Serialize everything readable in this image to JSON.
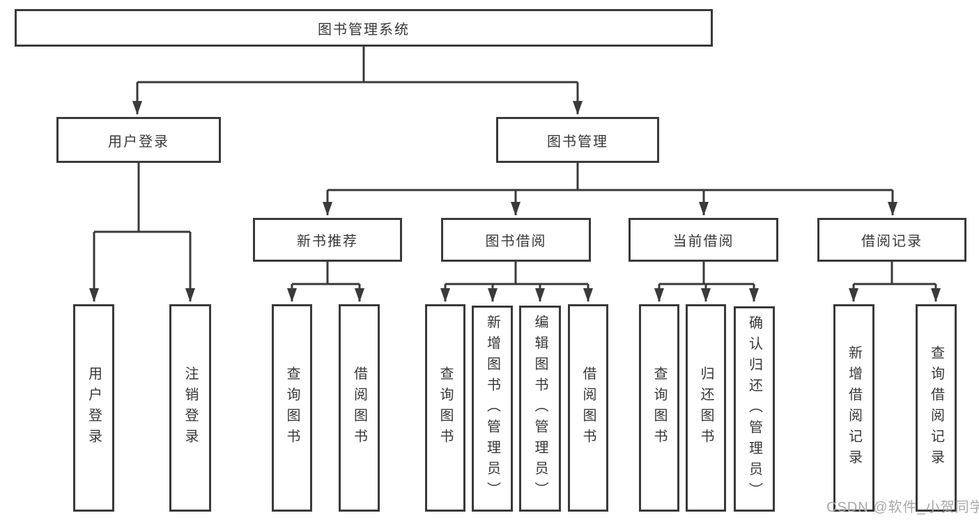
{
  "tree": {
    "label": "图书管理系统",
    "children": [
      {
        "label": "用户登录",
        "children": [
          {
            "label": "用户登录"
          },
          {
            "label": "注销登录"
          }
        ]
      },
      {
        "label": "图书管理",
        "children": [
          {
            "label": "新书推荐",
            "children": [
              {
                "label": "查询图书"
              },
              {
                "label": "借阅图书"
              }
            ]
          },
          {
            "label": "图书借阅",
            "children": [
              {
                "label": "查询图书"
              },
              {
                "label": "新增图书（管理员）"
              },
              {
                "label": "编辑图书（管理员）"
              },
              {
                "label": "借阅图书"
              }
            ]
          },
          {
            "label": "当前借阅",
            "children": [
              {
                "label": "查询图书"
              },
              {
                "label": "归还图书"
              },
              {
                "label": "确认归还（管理员）"
              }
            ]
          },
          {
            "label": "借阅记录",
            "children": [
              {
                "label": "新增借阅记录"
              },
              {
                "label": "查询借阅记录"
              }
            ]
          }
        ]
      }
    ]
  },
  "watermark": "CSDN @软件_小贺同学",
  "colors": {
    "line": "#3a3a3a",
    "text": "#383838",
    "watermark": "#a8a8a8",
    "bg": "#ffffff"
  }
}
